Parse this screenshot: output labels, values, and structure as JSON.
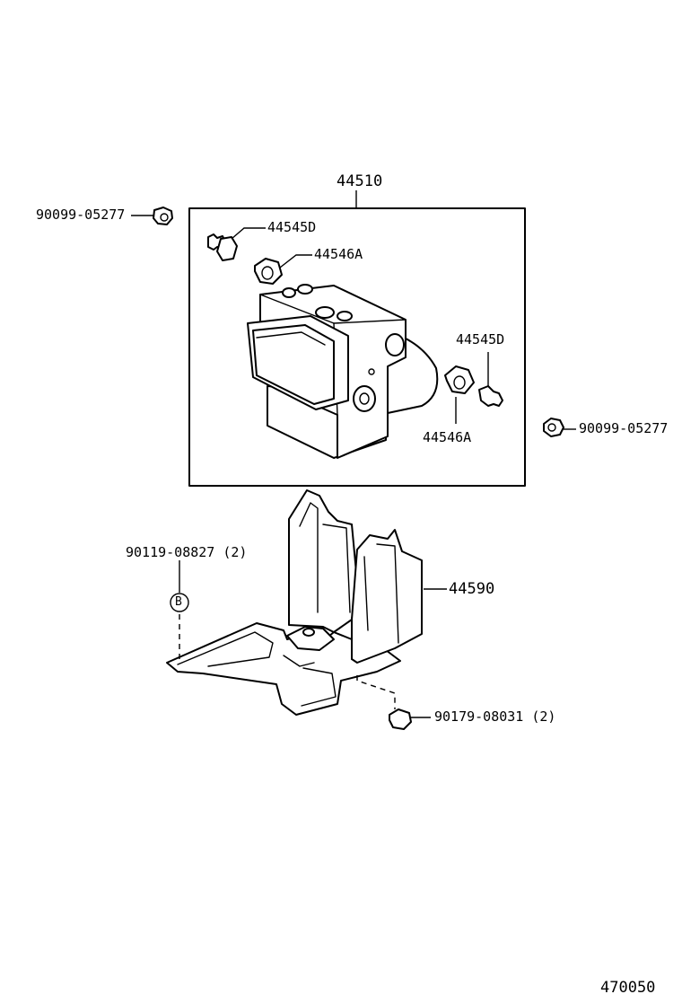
{
  "labels": {
    "assembly": "44510",
    "bolt_top_left": "90099-05277",
    "screw_top": "44545D",
    "cushion_top": "44546A",
    "screw_right": "44545D",
    "cushion_right": "44546A",
    "bolt_right": "90099-05277",
    "bracket_bolt": "90119-08827 (2)",
    "bracket": "44590",
    "nut": "90179-08031 (2)",
    "callout_b": "B",
    "figure_number": "470050"
  }
}
